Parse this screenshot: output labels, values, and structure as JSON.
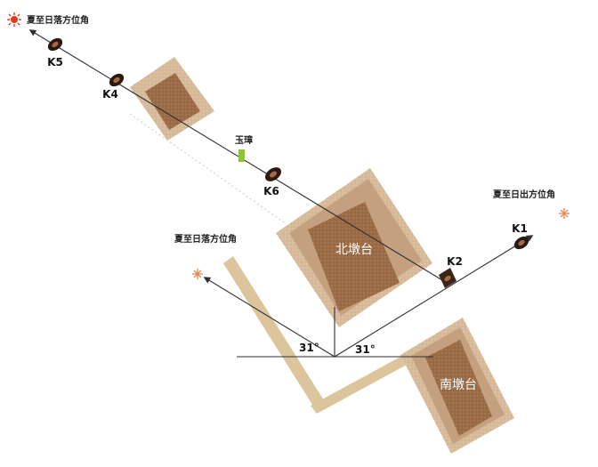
{
  "labels": {
    "sunset_top": "夏至日落方位角",
    "sunset_mid": "夏至日落方位角",
    "sunrise": "夏至日出方位角",
    "yuzhang": "玉璋",
    "north_platform": "北墩台",
    "south_platform": "南墩台",
    "angle_left": "31°",
    "angle_right": "31°"
  },
  "markers": [
    "K1",
    "K2",
    "K4",
    "K5",
    "K6"
  ],
  "colors": {
    "outer": "#d8bb9a",
    "middle": "#c4a07e",
    "inner": "#9b6b45",
    "wall": "#dcc59c",
    "line": "#2e2e33",
    "sun_red": "#e23a1e",
    "sun_orange": "#e08a55",
    "jade": "#8fc43a"
  }
}
